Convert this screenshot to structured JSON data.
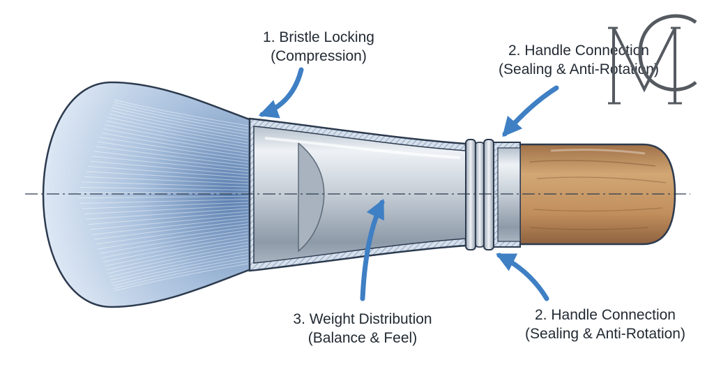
{
  "labels": {
    "bristle": {
      "line1": "1. Bristle Locking",
      "line2": "(Compression)"
    },
    "handle_top": {
      "line1": "2. Handle Connection",
      "line2": "(Sealing & Anti-Rotation)"
    },
    "weight": {
      "line1": "3. Weight Distribution",
      "line2": "(Balance & Feel)"
    },
    "handle_bottom": {
      "line1": "2. Handle Connection",
      "line2": "(Sealing & Anti-Rotation)"
    }
  },
  "logo": {
    "letters": "MC"
  },
  "colors": {
    "bristle_light": "#e3ecf7",
    "bristle_dark": "#5b7fb0",
    "ferrule_light": "#eef2f6",
    "ferrule_dark": "#8d9aa8",
    "wall_hatch": "#9fb3cc",
    "wood_light": "#d2a774",
    "wood_dark": "#a07148",
    "arrow": "#3f7fc4",
    "outline": "#2c3a4e"
  }
}
